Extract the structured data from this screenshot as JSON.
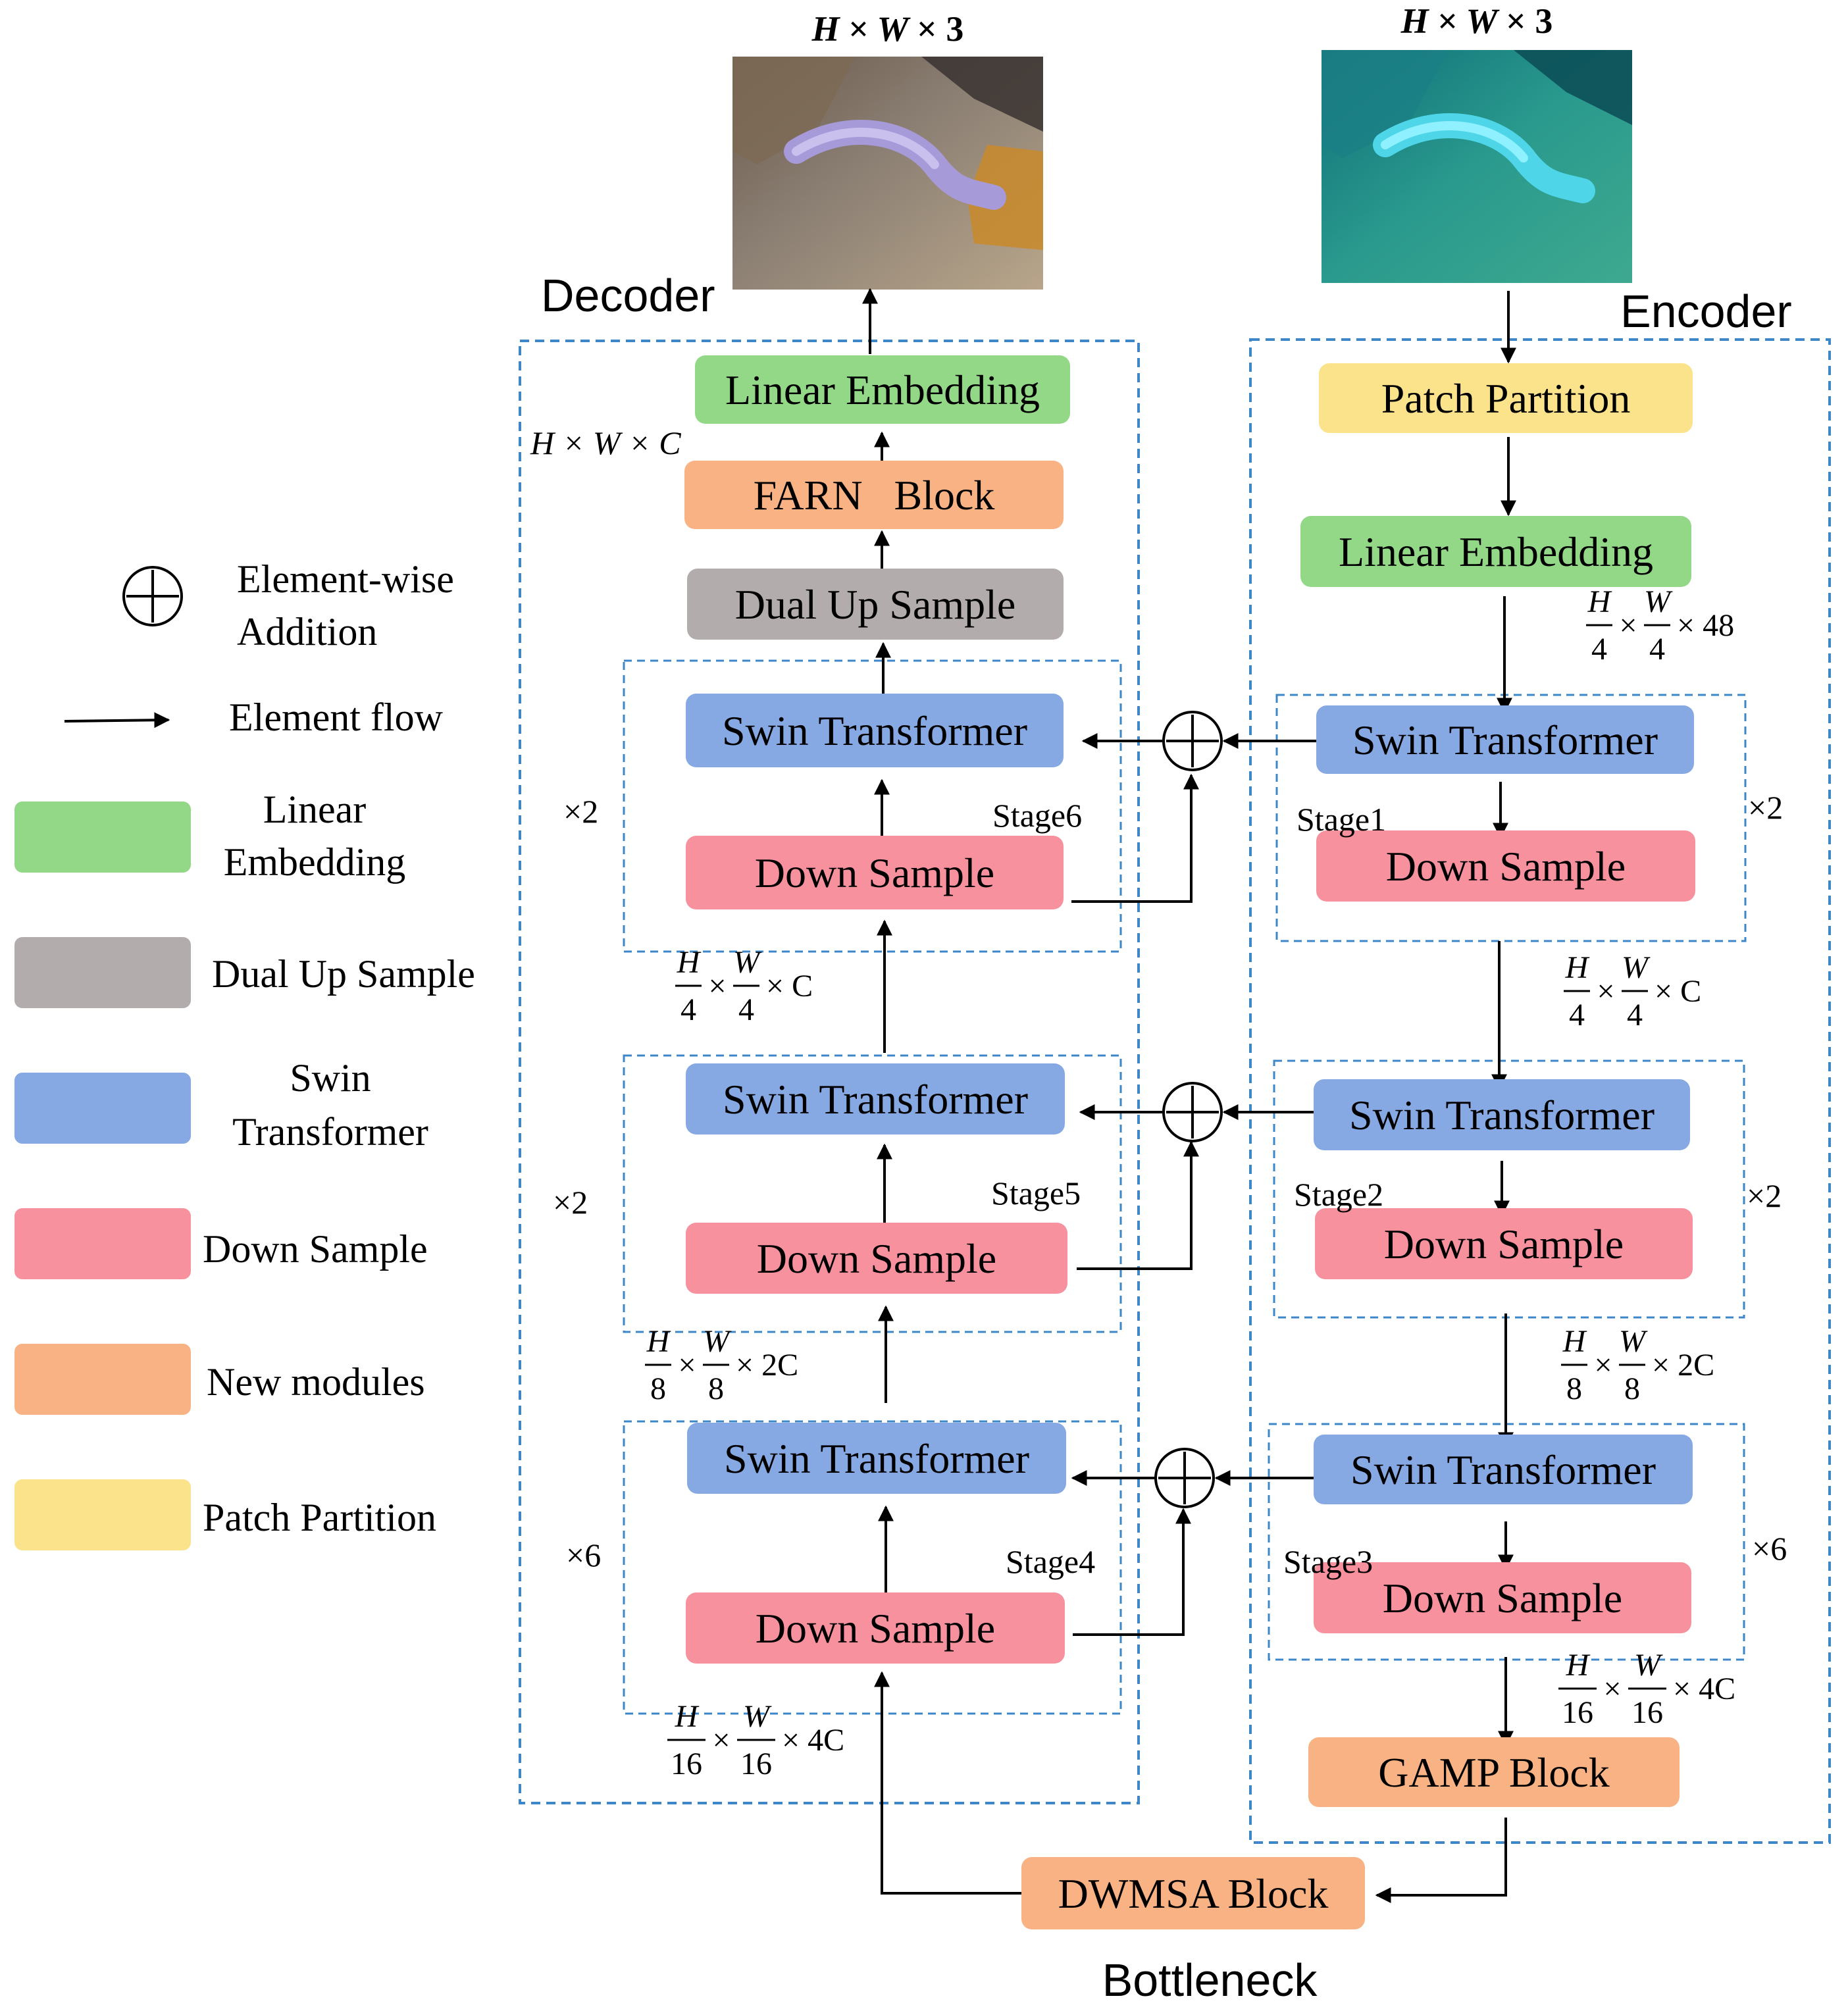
{
  "section_titles": {
    "decoder": "Decoder",
    "encoder": "Encoder",
    "bottleneck": "Bottleneck"
  },
  "image_labels": {
    "output": [
      "H",
      "×",
      "W",
      "×",
      "3"
    ],
    "input": [
      "H",
      "×",
      "W",
      "×",
      "3"
    ]
  },
  "images": {
    "output_image": "enhanced underwater photo of an eel on the sea floor",
    "input_image": "raw blue-green underwater photo of an eel on the sea floor"
  },
  "legend": {
    "element_wise_addition": [
      "Element-wise",
      "Addition"
    ],
    "element_flow": "Element flow",
    "linear_embedding": [
      "Linear",
      "Embedding"
    ],
    "dual_up_sample": "Dual Up Sample",
    "swin_transformer": [
      "Swin",
      "Transformer"
    ],
    "down_sample": "Down Sample",
    "new_modules": "New modules",
    "patch_partition": "Patch Partition"
  },
  "colors": {
    "linear_embedding": "#92d887",
    "dual_up_sample": "#b3acac",
    "swin_transformer": "#86a8e3",
    "down_sample": "#f8919e",
    "new_modules": "#f9b283",
    "patch_partition": "#fbe38c",
    "dashed_border": "#3d86c8"
  },
  "decoder": {
    "linear_embedding": "Linear Embedding",
    "farn_block": "FARN   Block",
    "dual_up_sample": "Dual Up Sample",
    "dim_hwc": "H × W × C",
    "stages": [
      {
        "stage": "Stage6",
        "swin": "Swin Transformer",
        "down": "Down Sample",
        "repeat": "×2"
      },
      {
        "stage": "Stage5",
        "swin": "Swin Transformer",
        "down": "Down Sample",
        "repeat": "×2"
      },
      {
        "stage": "Stage4",
        "swin": "Swin Transformer",
        "down": "Down Sample",
        "repeat": "×6"
      }
    ]
  },
  "encoder": {
    "patch_partition": "Patch Partition",
    "linear_embedding": "Linear Embedding",
    "gamp_block": "GAMP Block",
    "stages": [
      {
        "stage": "Stage1",
        "swin": "Swin Transformer",
        "down": "Down Sample",
        "repeat": "×2"
      },
      {
        "stage": "Stage2",
        "swin": "Swin Transformer",
        "down": "Down Sample",
        "repeat": "×2"
      },
      {
        "stage": "Stage3",
        "swin": "Swin Transformer",
        "down": "Down Sample",
        "repeat": "×6"
      }
    ]
  },
  "bottleneck": {
    "dwmsa_block": "DWMSA Block"
  },
  "dimensions": {
    "enc_48": {
      "h": "H",
      "hd": "4",
      "w": "W",
      "wd": "4",
      "times": "×",
      "rest": "× 48"
    },
    "enc_c": {
      "h": "H",
      "hd": "4",
      "w": "W",
      "wd": "4",
      "times": "×",
      "rest": "× C"
    },
    "enc_2c": {
      "h": "H",
      "hd": "8",
      "w": "W",
      "wd": "8",
      "times": "×",
      "rest": "× 2C"
    },
    "enc_4c": {
      "h": "H",
      "hd": "16",
      "w": "W",
      "wd": "16",
      "times": "×",
      "rest": "× 4C"
    },
    "dec_c": {
      "h": "H",
      "hd": "4",
      "w": "W",
      "wd": "4",
      "times": "×",
      "rest": "× C"
    },
    "dec_2c": {
      "h": "H",
      "hd": "8",
      "w": "W",
      "wd": "8",
      "times": "×",
      "rest": "× 2C"
    },
    "dec_4c": {
      "h": "H",
      "hd": "16",
      "w": "W",
      "wd": "16",
      "times": "×",
      "rest": "× 4C"
    }
  }
}
